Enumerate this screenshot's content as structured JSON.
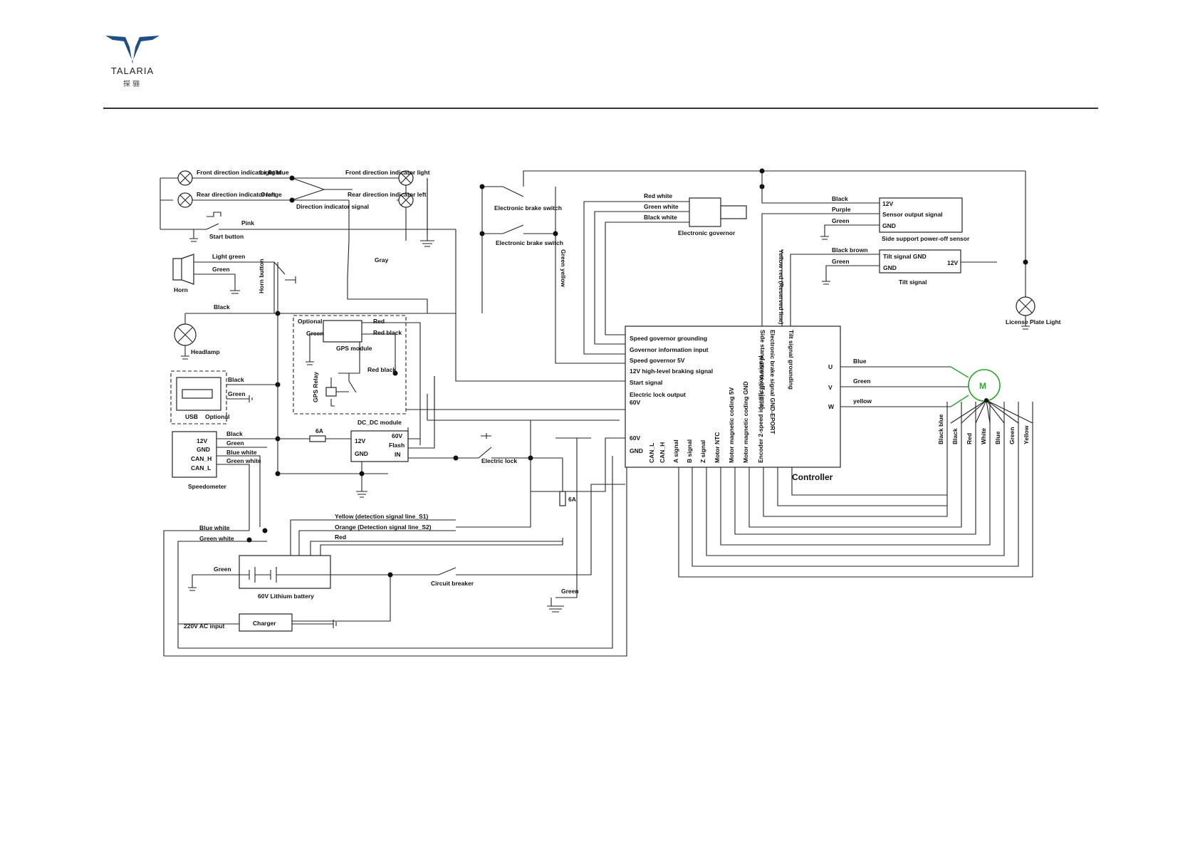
{
  "brand": {
    "name": "TALARIA",
    "subtitle": "探骊",
    "logo_icon": "talaria-wing-logo-icon",
    "logo_color": "#1d4e86"
  },
  "labels": {
    "front_left_ind": "Front direction indicator light",
    "light_blue": "Light blue",
    "front_right_ind": "Front direction indicator light",
    "rear_left_ind": "Rear direction indicator left",
    "orange": "Orange",
    "rear_right_ind": "Rear direction indicator left",
    "dir_signal": "Direction indicator signal",
    "pink": "Pink",
    "start_button": "Start button",
    "light_green": "Light green",
    "green_horn": "Green",
    "horn_button": "Horn button",
    "horn": "Horn",
    "black_headlamp": "Black",
    "headlamp": "Headlamp",
    "gray": "Gray",
    "optional1": "Optional",
    "red1": "Red",
    "green_gps": "Green",
    "red_black1": "Red black",
    "gps_module": "GPS module",
    "gps_relay": "GPS Relay",
    "red_black2": "Red black",
    "usb_black": "Black",
    "usb_green": "Green",
    "usb": "USB",
    "optional2": "Optional",
    "dcdc_module": "DC_DC module",
    "dc_12v": "12V",
    "dc_gnd": "GND",
    "dc_60v": "60V",
    "dc_flash": "Flash",
    "dc_in": "IN",
    "fuse6a_1": "6A",
    "sp_black": "Black",
    "sp_green": "Green",
    "sp_blue_white": "Blue white",
    "sp_green_white": "Green white",
    "sp_12v": "12V",
    "sp_gnd": "GND",
    "sp_canh": "CAN_H",
    "sp_canl": "CAN_L",
    "speedometer": "Speedometer",
    "eb_switch1": "Electronic brake switch",
    "eb_switch2": "Electronic brake switch",
    "green_yellow": "Green yellow",
    "electric_lock": "Electric lock",
    "fuse6a_2": "6A",
    "yellow_detect": "Yellow (detection signal line_S1)",
    "orange_detect": "Orange (Detection signal line_S2)",
    "red_batt": "Red",
    "blue_white_l": "Blue white",
    "green_white_l": "Green white",
    "green_batt": "Green",
    "battery": "60V Lithium battery",
    "circuit_breaker": "Circuit breaker",
    "green_gnd": "Green",
    "ac_input": "220V AC input",
    "charger": "Charger",
    "gov_red_white": "Red white",
    "gov_green_white": "Green white",
    "gov_black_white": "Black white",
    "electronic_governor": "Electronic governor",
    "ss_black": "Black",
    "ss_purple": "Purple",
    "ss_green": "Green",
    "ss_12v": "12V",
    "ss_sensor_out": "Sensor output signal",
    "ss_gnd": "GND",
    "side_support": "Side support power-off sensor",
    "yellow_red": "Yellow red (Reserved line)",
    "tilt_black_brown": "Black brown",
    "tilt_green": "Green",
    "tilt_signal_gnd": "Tilt signal GND",
    "tilt_gnd": "GND",
    "tilt_12v": "12V",
    "tilt_signal": "Tilt signal",
    "license_light": "License Plate Light",
    "c_speed_gnd": "Speed governor grounding",
    "c_gov_input": "Governor information input",
    "c_speed_5v": "Speed governor 5V",
    "c_12v_brake": "12V high-level braking signal",
    "c_start": "Start signal",
    "c_elock_out": "Electric lock output",
    "c_60v_a": "60V",
    "c_60v_b": "60V",
    "c_gnd": "GND",
    "c_u": "U",
    "c_v": "V",
    "c_w": "W",
    "c_side_stand": "Side stand power-off signal",
    "c_brake_gnd": "Electronic brake signal GND-EPORT",
    "c_tilt_gnd": "Tilt signal grounding",
    "c_canl": "CAN_L",
    "c_canh": "CAN_H",
    "c_a": "A signal",
    "c_b": "B signal",
    "c_z": "Z signal",
    "c_ntc": "Motor NTC",
    "c_m5v": "Motor magnetic coding 5V",
    "c_mgnd": "Motor magnetic coding GND",
    "c_enc": "Encoder 2-speed identification signal",
    "controller": "Controller",
    "m_blue": "Blue",
    "m_green": "Green",
    "m_yellow": "yellow",
    "motor": "M",
    "h_black_blue": "Black blue",
    "h_black": "Black",
    "h_red": "Red",
    "h_white": "White",
    "h_blue": "Blue",
    "h_green": "Green",
    "h_yellow": "Yellow"
  },
  "colors": {
    "wire": "#222222",
    "motor": "#2aa52a",
    "motor_leads": "#2aa52a"
  }
}
